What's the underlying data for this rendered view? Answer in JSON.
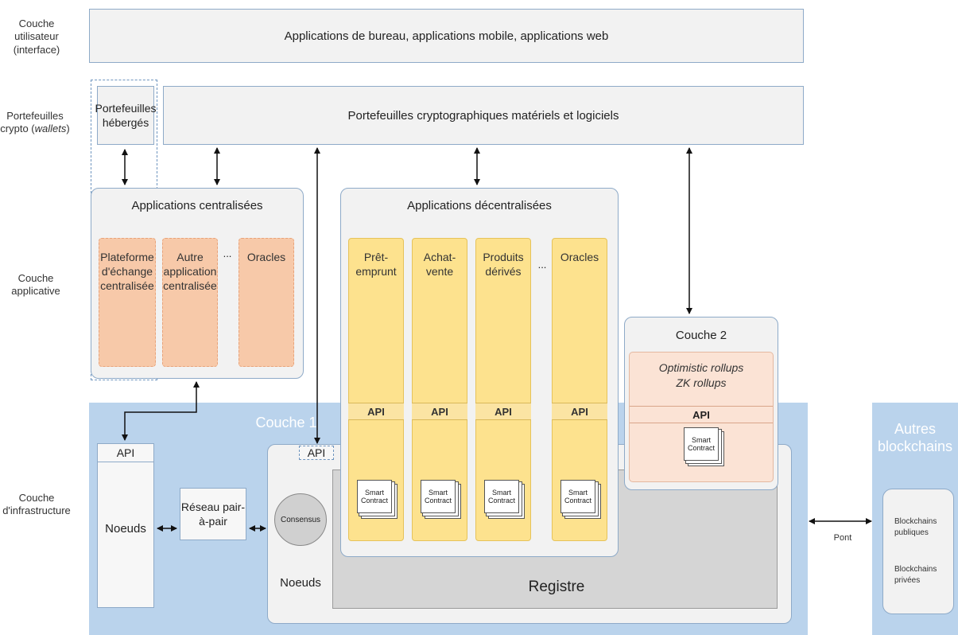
{
  "rows": {
    "user": "Couche utilisateur (interface)",
    "wallets_prefix": "Portefeuilles crypto (",
    "wallets_italic": "wallets",
    "wallets_suffix": ")",
    "app": "Couche applicative",
    "infra": "Couche d'infrastructure"
  },
  "top_bar": "Applications de bureau, applications mobile, applications web",
  "hosted_wallets": "Portefeuilles hébergés",
  "wallets_bar": "Portefeuilles cryptographiques matériels et logiciels",
  "centralized": {
    "title": "Applications centralisées",
    "items": [
      "Plateforme d'échange centralisée",
      "Autre application centralisée",
      "Oracles"
    ],
    "ellipsis": "..."
  },
  "decentralized": {
    "title": "Applications décentralisées",
    "items": [
      "Prêt-emprunt",
      "Achat-vente",
      "Produits dérivés",
      "Oracles"
    ],
    "ellipsis": "...",
    "api": "API",
    "smart_contract": "Smart Contract"
  },
  "layer2": {
    "title": "Couche 2",
    "line1": "Optimistic rollups",
    "line2": "ZK rollups",
    "api": "API",
    "smart_contract": "Smart Contract"
  },
  "layer1": {
    "title": "Couche 1",
    "api_left": "API",
    "nodes_left": "Noeuds",
    "p2p": "Réseau pair-à-pair",
    "api_inner": "API",
    "consensus": "Consensus",
    "nodes_inner": "Noeuds",
    "ledger": "Registre"
  },
  "bridge": "Pont",
  "other": {
    "title": "Autres blockchains",
    "public": "Blockchains publiques",
    "private": "Blockchains privées"
  },
  "colors": {
    "layer1_bg": "#bad3ec",
    "panel_border": "#8eaac8",
    "centralized_card": "#f7c9a9",
    "decentralized_card": "#fde28e",
    "layer2_inner": "#fbe3d5"
  }
}
